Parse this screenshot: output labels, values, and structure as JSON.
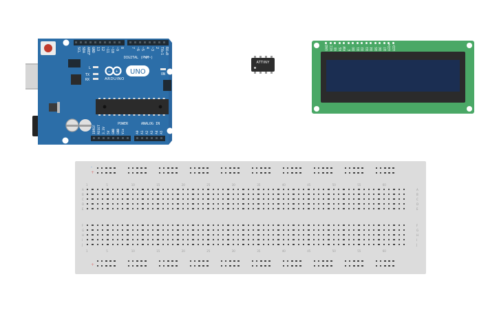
{
  "arduino": {
    "brand": "ARDUINO",
    "model": "UNO",
    "on_label": "ON",
    "l_label": "L",
    "tx_label": "TX",
    "rx_label": "RX",
    "digital_header": "DIGITAL (PWM~)",
    "analog_header": "ANALOG IN",
    "power_header": "POWER",
    "digital_pins": [
      "SCL",
      "SDA",
      "AREF",
      "GND",
      "13",
      "12",
      "~11",
      "~10",
      "~9",
      "8",
      "7",
      "~6",
      "~5",
      "4",
      "~3",
      "2",
      "TX▸1",
      "RX◂0"
    ],
    "power_pins": [
      "IOREF",
      "RESET",
      "3.3V",
      "5V",
      "GND",
      "GND",
      "Vin"
    ],
    "analog_pins": [
      "A0",
      "A1",
      "A2",
      "A3",
      "A4",
      "A5"
    ],
    "colors": {
      "board": "#2c6ea8",
      "header": "#1f2a33",
      "chip": "#2b2b2b"
    }
  },
  "attiny": {
    "label": "ATTINY"
  },
  "lcd": {
    "pin_labels": [
      "GND",
      "VCC",
      "V0",
      "RS",
      "RW",
      "E",
      "D0",
      "D1",
      "D2",
      "D3",
      "D4",
      "D5",
      "D6",
      "D7",
      "LED+",
      "LED-"
    ],
    "colors": {
      "pcb": "#4aa866",
      "frame": "#2b2b2b",
      "screen": "#1b2e52"
    }
  },
  "breadboard": {
    "row_letters_top": [
      "A",
      "B",
      "C",
      "D",
      "E"
    ],
    "row_letters_bottom": [
      "F",
      "G",
      "H",
      "I",
      "J"
    ],
    "column_numbers": [
      "1",
      "5",
      "10",
      "15",
      "20",
      "25",
      "30",
      "35",
      "40",
      "45",
      "50",
      "55",
      "60"
    ],
    "rail_plus": "+",
    "rail_minus": "-"
  }
}
